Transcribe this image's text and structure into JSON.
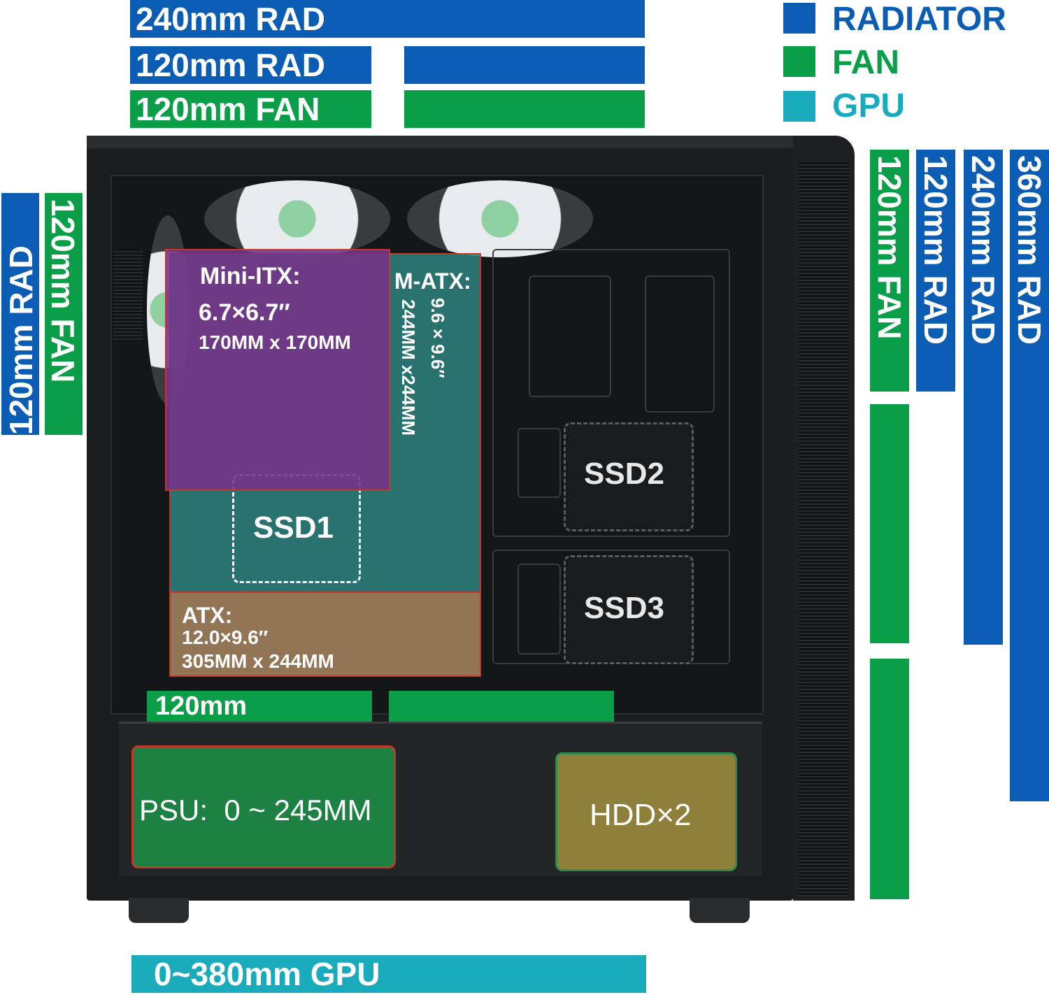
{
  "legend": [
    {
      "label": "RADIATOR",
      "color": "#0b5cb3"
    },
    {
      "label": "FAN",
      "color": "#0a9e48"
    },
    {
      "label": "GPU",
      "color": "#19aabb"
    }
  ],
  "top": {
    "rad240": "240mm RAD",
    "rad120": "120mm RAD",
    "fan120": "120mm FAN"
  },
  "left": {
    "rad120": "120mm RAD",
    "fan120": "120mm FAN"
  },
  "right": {
    "fan120": "120mm FAN",
    "rad120": "120mm RAD",
    "rad240": "240mm RAD",
    "rad360": "360mm RAD"
  },
  "bottom_fan": "120mm",
  "gpu": "0~380mm GPU",
  "boards": {
    "mini_itx": {
      "title": "Mini-ITX:",
      "inches": "6.7×6.7″",
      "mm": "170MM x 170MM"
    },
    "m_atx": {
      "title": "M-ATX:",
      "inches": "9.6×9.6″",
      "mm": "244MM x244MM"
    },
    "atx": {
      "title": "ATX:",
      "inches": "12.0×9.6″",
      "mm": "305MM x 244MM"
    }
  },
  "drives": {
    "ssd1": "SSD1",
    "ssd2": "SSD2",
    "ssd3": "SSD3",
    "hdd": "HDD×2"
  },
  "psu": "PSU:  0 ~ 245MM"
}
